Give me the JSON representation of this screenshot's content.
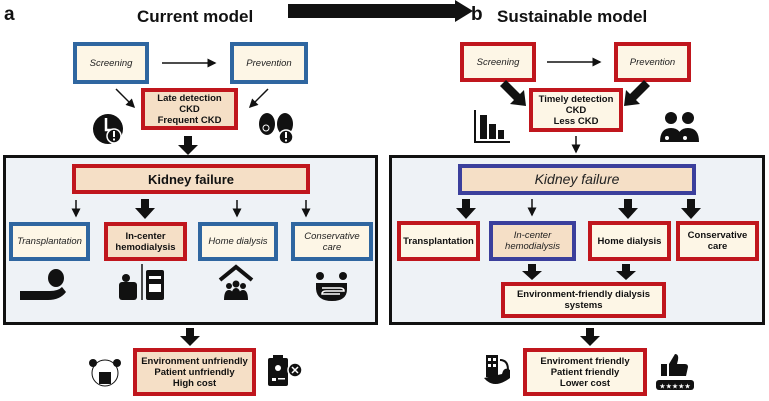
{
  "header": {
    "panel_a_letter": "a",
    "panel_a_title": "Current model",
    "panel_b_letter": "b",
    "panel_b_title": "Sustainable model",
    "transition_arrow_icon": "right-arrow-icon"
  },
  "current_model": {
    "screening": "Screening",
    "prevention": "Prevention",
    "detection": [
      "Late detection",
      "CKD",
      "Frequent CKD"
    ],
    "icons_top": [
      "clock-alert-icon",
      "kidney-alert-icon"
    ],
    "kidney_failure": "Kidney failure",
    "treatments": [
      {
        "label": [
          "Transplantation"
        ],
        "icon": "hand-kidney-icon",
        "emphasis": false
      },
      {
        "label": [
          "In-center",
          "hemodialysis"
        ],
        "icon": "dialysis-chair-icon",
        "emphasis": true
      },
      {
        "label": [
          "Home dialysis"
        ],
        "icon": "house-family-icon",
        "emphasis": false
      },
      {
        "label": [
          "Conservative",
          "care"
        ],
        "icon": "care-people-icon",
        "emphasis": false
      }
    ],
    "outcome": [
      "Environment unfriendly",
      "Patient unfriendly",
      "High cost"
    ],
    "icons_bottom": [
      "waste-cost-icon",
      "patient-record-reject-icon"
    ]
  },
  "sustainable_model": {
    "screening": "Screening",
    "prevention": "Prevention",
    "detection": [
      "Timely detection",
      "CKD",
      "Less CKD"
    ],
    "icons_top": [
      "bar-chart-decrease-icon",
      "doctors-icon"
    ],
    "kidney_failure": "Kidney failure",
    "treatments": [
      {
        "label": [
          "Transplantation"
        ],
        "emphasis": true
      },
      {
        "label": [
          "In-center",
          "hemodialysis"
        ],
        "emphasis": false
      },
      {
        "label": [
          "Home dialysis"
        ],
        "emphasis": true
      },
      {
        "label": [
          "Conservative",
          "care"
        ],
        "emphasis": true
      }
    ],
    "dialysis_systems": [
      "Environment-friendly dialysis",
      "systems"
    ],
    "outcome": [
      "Enviroment friendly",
      "Patient friendly",
      "Lower cost"
    ],
    "icons_bottom": [
      "eco-building-icon",
      "thumbs-up-rating-icon"
    ]
  },
  "colors": {
    "blue_border": "#2f66a0",
    "red_border": "#c0161d",
    "navy_border": "#3b3f9c",
    "cream_fill": "#fdf6e6",
    "tan_fill": "#f5dfc6",
    "container_fill": "#eef2f6"
  }
}
